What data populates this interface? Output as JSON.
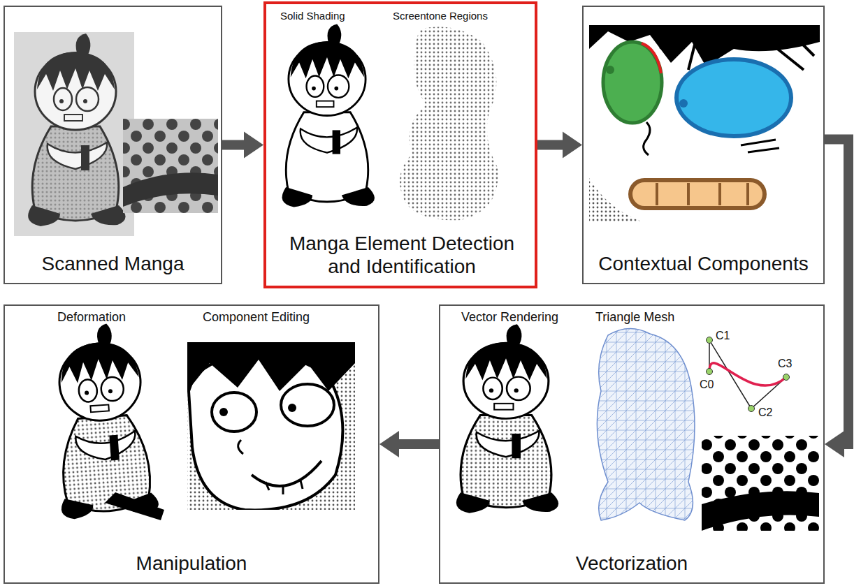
{
  "diagram": {
    "nodes": [
      {
        "text": [
          "Scanned Manga"
        ]
      },
      {
        "text": [
          "Solid Shading",
          "Screentone Regions",
          "Manga Element Detection and Identification"
        ]
      },
      {
        "text": [
          "Contextual Components"
        ]
      },
      {
        "text": [
          "Vector Rendering",
          "Triangle Mesh",
          "Vectorization"
        ]
      },
      {
        "text": [
          "Deformation",
          "Component Editing",
          "Manipulation"
        ]
      }
    ],
    "edges": [
      {
        "from": 0,
        "to": 1,
        "arrow": "to"
      },
      {
        "from": 1,
        "to": 2,
        "arrow": "to"
      },
      {
        "from": 2,
        "to": 3,
        "arrow": "to"
      },
      {
        "from": 3,
        "to": 4,
        "arrow": "to"
      }
    ],
    "labels": [
      "C1",
      "C0",
      "C3",
      "C2"
    ]
  }
}
